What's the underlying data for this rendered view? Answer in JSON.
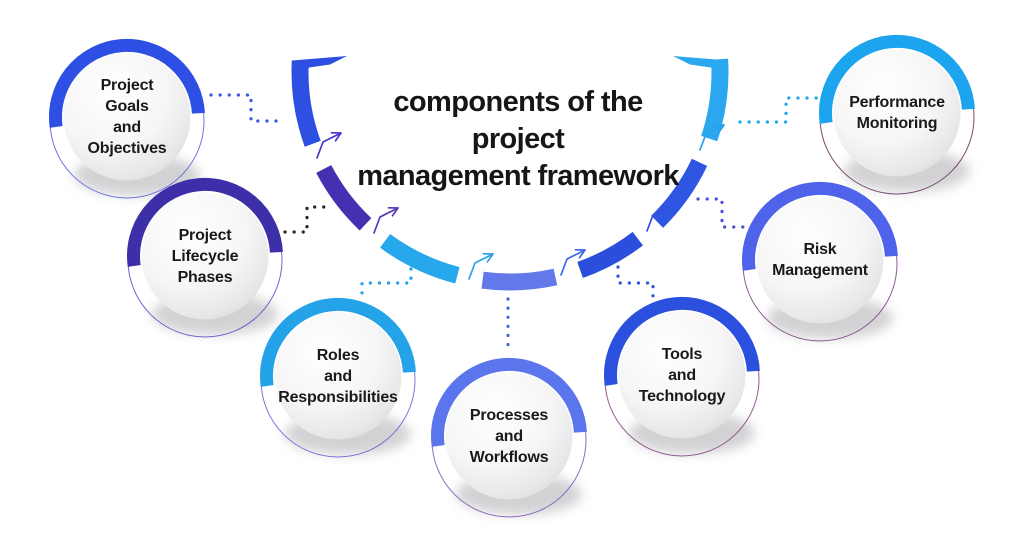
{
  "background_color": "#ffffff",
  "title": "components of the\nproject\nmanagement framework",
  "title_color": "#161616",
  "nodes": [
    {
      "id": "project-goals-and-objectives",
      "label": "Project\nGoals\nand\nObjectives",
      "ring_color": "#2e4fe3",
      "outline_color": "#5560d8",
      "connector_color": "#3b57e0"
    },
    {
      "id": "project-lifecycle-phases",
      "label": "Project\nLifecycle\nPhases",
      "ring_color": "#3d2fa8",
      "outline_color": "#5748c8",
      "connector_color": "#262626"
    },
    {
      "id": "roles-and-responsibilities",
      "label": "Roles\nand\nResponsibilities",
      "ring_color": "#24a3e8",
      "outline_color": "#6a5cd4",
      "connector_color": "#21a2e8"
    },
    {
      "id": "processes-and-workflows",
      "label": "Processes\nand\nWorkflows",
      "ring_color": "#5b76ec",
      "outline_color": "#7a50b8",
      "connector_color": "#4a66e0"
    },
    {
      "id": "tools-and-technology",
      "label": "Tools\nand\nTechnology",
      "ring_color": "#2c50de",
      "outline_color": "#7c3f7c",
      "connector_color": "#3355dd"
    },
    {
      "id": "risk-management",
      "label": "Risk\nManagement",
      "ring_color": "#4f63ea",
      "outline_color": "#76407e",
      "connector_color": "#4b50d8"
    },
    {
      "id": "performance-monitoring",
      "label": "Performance\nMonitoring",
      "ring_color": "#1ca4ee",
      "outline_color": "#5e2d55",
      "connector_color": "#1da6ee"
    }
  ],
  "arc": {
    "segments": [
      {
        "color": "#2d50e2"
      },
      {
        "color": "#4331b2"
      },
      {
        "color": "#27a7ec"
      },
      {
        "color": "#6379ea"
      },
      {
        "color": "#2b4fdc"
      },
      {
        "color": "#2e56e2"
      },
      {
        "color": "#2aa7ee"
      }
    ],
    "arrows": [
      {
        "color": "#4638c8"
      },
      {
        "color": "#5b35b8"
      },
      {
        "color": "#2f9fe8"
      },
      {
        "color": "#3b66e8"
      },
      {
        "color": "#2d52de"
      },
      {
        "color": "#28a0ea"
      }
    ]
  }
}
